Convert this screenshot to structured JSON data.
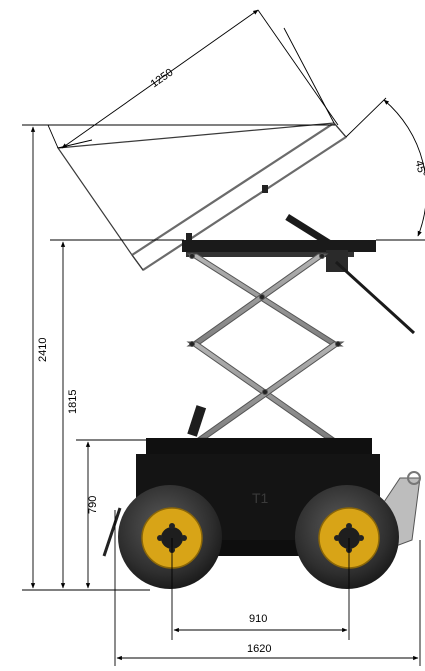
{
  "dimensions": {
    "platform_length": "1250",
    "tilt_angle": "45°",
    "total_height": "2410",
    "platform_height": "1815",
    "base_height": "790",
    "wheelbase": "910",
    "total_length": "1620"
  },
  "body_marking": "T1",
  "colors": {
    "wheel_rim": "#d8a417",
    "tire": "#2b2b2b",
    "chassis": "#141414",
    "scissor_arm": "#9a9a9a",
    "panel": "#ffffff",
    "dimension_line": "#000000"
  }
}
